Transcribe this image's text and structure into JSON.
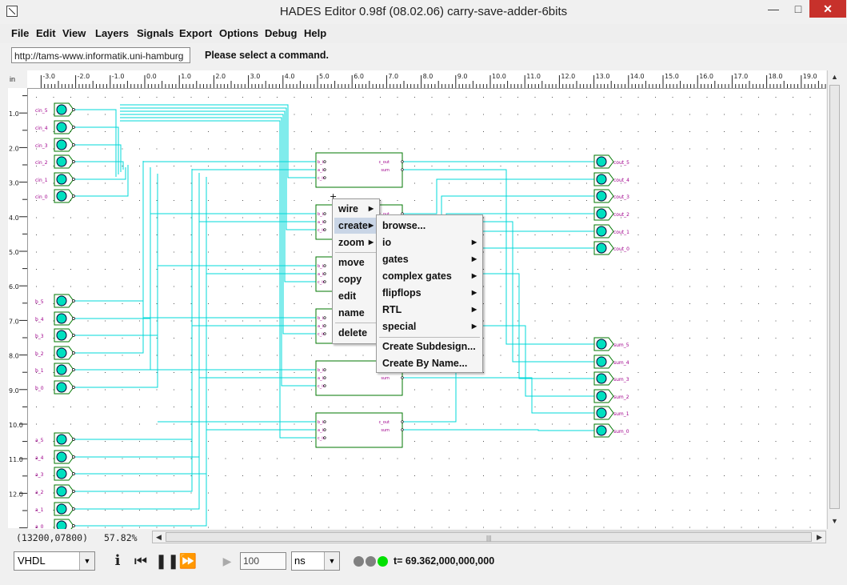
{
  "window": {
    "title": "HADES Editor 0.98f (08.02.06)   carry-save-adder-6bits"
  },
  "menubar": [
    "File",
    "Edit",
    "View",
    "Layers",
    "Signals",
    "Export",
    "Options",
    "Debug",
    "Help"
  ],
  "toolbar": {
    "url": "http://tams-www.informatik.uni-hamburg",
    "status": "Please select a command."
  },
  "ruler": {
    "unit": "in",
    "x_ticks": [
      "-3.0",
      "-2.0",
      "-1.0",
      "0.0",
      "1.0",
      "2.0",
      "3.0",
      "4.0",
      "5.0",
      "6.0",
      "7.0",
      "8.0",
      "9.0",
      "10.0",
      "11.0",
      "12.0",
      "13.0",
      "14.0",
      "15.0",
      "16.0",
      "17.0",
      "18.0",
      "19.0"
    ],
    "y_ticks": [
      "1.0",
      "2.0",
      "3.0",
      "4.0",
      "5.0",
      "6.0",
      "7.0",
      "8.0",
      "9.0",
      "10.0",
      "11.0",
      "12.0"
    ]
  },
  "schematic": {
    "cin_labels": [
      "cin_5",
      "cin_4",
      "cin_3",
      "cin_2",
      "cin_1",
      "cin_0"
    ],
    "b_labels": [
      "b_5",
      "b_4",
      "b_3",
      "b_2",
      "b_1",
      "b_0"
    ],
    "a_labels": [
      "a_5",
      "a_4",
      "a_3",
      "a_2",
      "a_1",
      "a_0"
    ],
    "cout_labels": [
      "cout_5",
      "cout_4",
      "cout_3",
      "cout_2",
      "cout_1",
      "cout_0"
    ],
    "sum_labels": [
      "sum_5",
      "sum_4",
      "sum_3",
      "sum_2",
      "sum_1",
      "sum_0"
    ],
    "fa_in_pins": [
      "b_in",
      "a_in",
      "c_in"
    ],
    "fa_out_pins": [
      "c_out",
      "sum"
    ]
  },
  "context_menu": {
    "items": [
      {
        "label": "wire",
        "submenu": true
      },
      {
        "label": "create",
        "submenu": true
      },
      {
        "label": "zoom",
        "submenu": true
      },
      {
        "label": "move",
        "submenu": false
      },
      {
        "label": "copy",
        "submenu": false
      },
      {
        "label": "edit",
        "submenu": false
      },
      {
        "label": "name",
        "submenu": false
      },
      {
        "label": "delete",
        "submenu": false
      }
    ]
  },
  "create_submenu": {
    "items": [
      {
        "label": "browse...",
        "submenu": false
      },
      {
        "label": "io",
        "submenu": true
      },
      {
        "label": "gates",
        "submenu": true
      },
      {
        "label": "complex gates",
        "submenu": true
      },
      {
        "label": "flipflops",
        "submenu": true
      },
      {
        "label": "RTL",
        "submenu": true
      },
      {
        "label": "special",
        "submenu": true
      },
      {
        "label": "Create Subdesign...",
        "submenu": false
      },
      {
        "label": "Create By Name...",
        "submenu": false
      }
    ]
  },
  "statusbar": {
    "coords": "(13200,07800)",
    "zoom": "57.82%"
  },
  "simulator": {
    "engine": "VHDL",
    "steps": "100",
    "unit": "ns",
    "time": "t= 69.362,000,000,000",
    "lights": [
      "#808080",
      "#808080",
      "#00e000"
    ]
  },
  "colors": {
    "wire": "#00d8d8",
    "component": "#007700",
    "pin_label": "#a0008c",
    "io_fill": "#00e0c0"
  }
}
